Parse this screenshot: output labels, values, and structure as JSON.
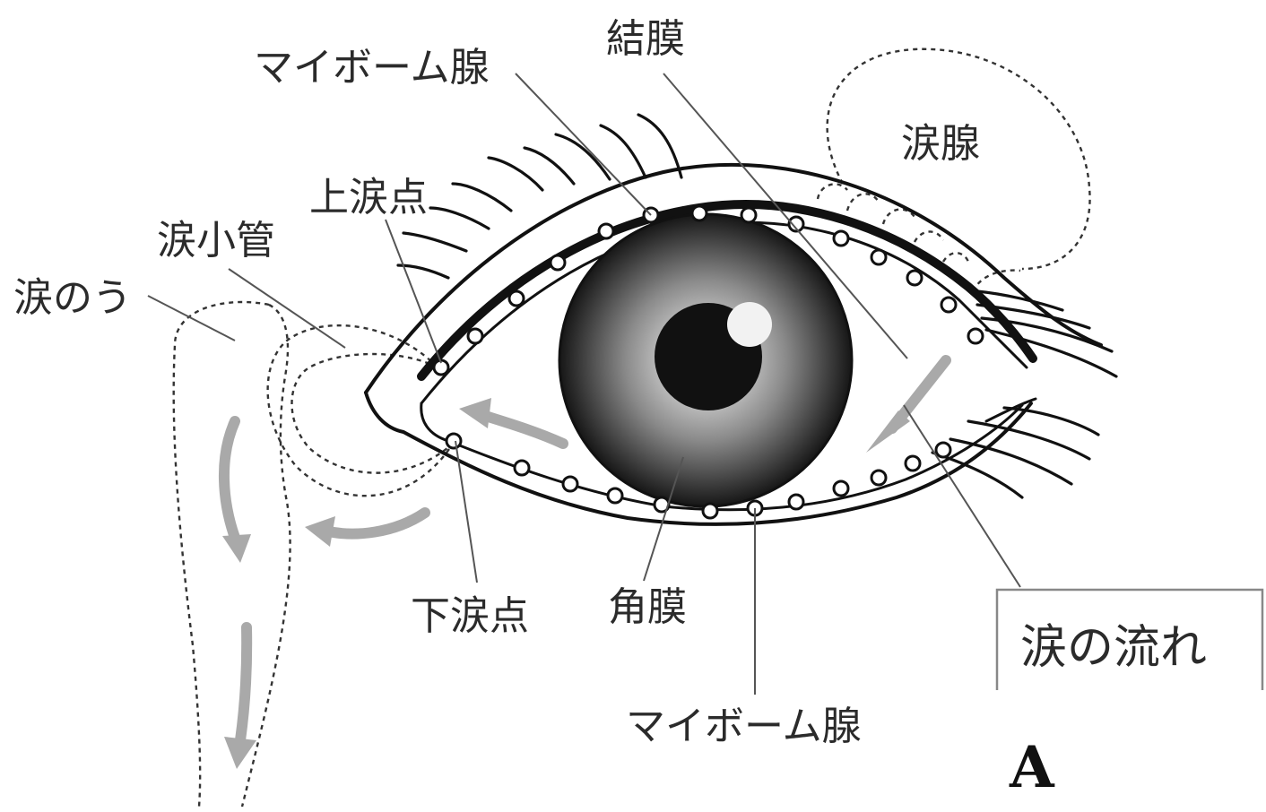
{
  "labels": {
    "meibomian_upper": "マイボーム腺",
    "conjunctiva": "結膜",
    "lacrimal_gland": "涙腺",
    "upper_punctum": "上涙点",
    "canaliculus": "涙小管",
    "lacrimal_sac": "涙のう",
    "lower_punctum": "下涙点",
    "cornea": "角膜",
    "meibomian_lower": "マイボーム腺",
    "tear_flow": "涙の流れ",
    "figure_letter": "A"
  },
  "colors": {
    "outline": "#111111",
    "flow_arrow": "#a9a9a9",
    "iris_center": "#ffffff",
    "iris_edge": "#1a1a1a",
    "pupil": "#111111",
    "highlight": "#f2f2f2"
  }
}
